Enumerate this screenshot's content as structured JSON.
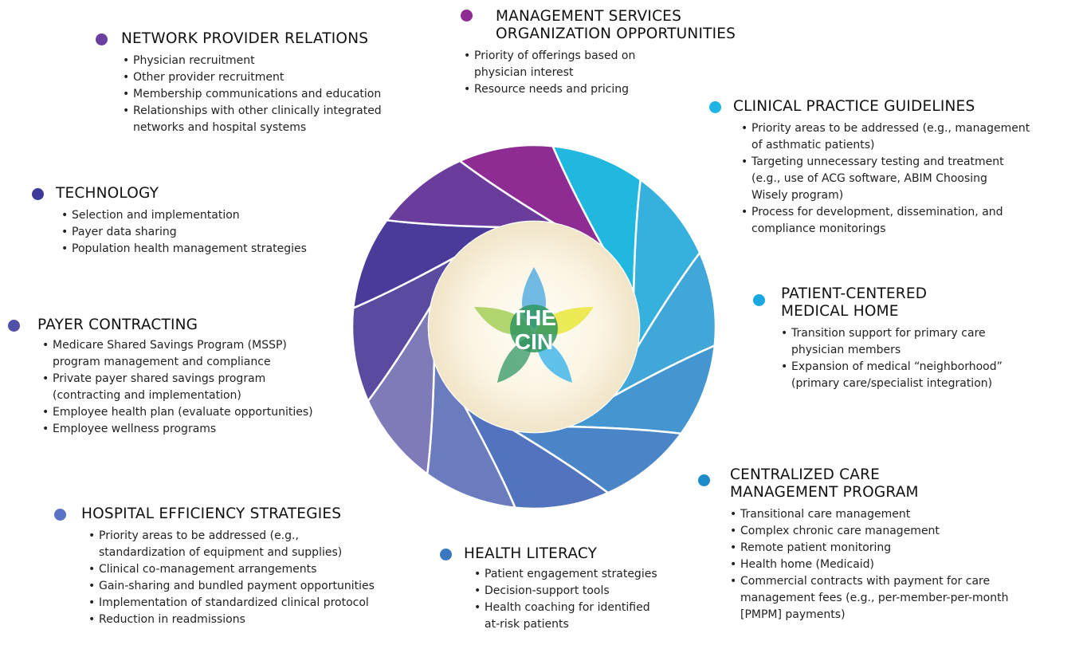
{
  "center_label": [
    "THE",
    "CIN"
  ],
  "sections": [
    {
      "id": "network-provider-relations",
      "title": [
        "NETWORK PROVIDER RELATIONS"
      ],
      "color": "#6B3FA0",
      "items": [
        [
          "Physician recruitment"
        ],
        [
          "Other provider recruitment"
        ],
        [
          "Membership communications and education"
        ],
        [
          "Relationships with other clinically integrated",
          "networks and hospital systems"
        ]
      ]
    },
    {
      "id": "management-services",
      "title": [
        "MANAGEMENT SERVICES",
        "ORGANIZATION OPPORTUNITIES"
      ],
      "color": "#8E2C93",
      "items": [
        [
          "Priority of offerings based on",
          "physician interest"
        ],
        [
          "Resource needs and pricing"
        ]
      ]
    },
    {
      "id": "clinical-practice-guidelines",
      "title": [
        "CLINICAL PRACTICE GUIDELINES"
      ],
      "color": "#1FB4E3",
      "items": [
        [
          "Priority areas to be addressed (e.g., management",
          "of asthmatic patients)"
        ],
        [
          "Targeting unnecessary testing and treatment",
          "(e.g., use of ACG software, ABIM Choosing",
          "Wisely program)"
        ],
        [
          "Process for development, dissemination, and",
          "compliance monitorings"
        ]
      ]
    },
    {
      "id": "technology",
      "title": [
        "TECHNOLOGY"
      ],
      "color": "#3E3A9B",
      "items": [
        [
          "Selection and implementation"
        ],
        [
          "Payer data sharing"
        ],
        [
          "Population health management strategies"
        ]
      ]
    },
    {
      "id": "patient-centered-medical-home",
      "title": [
        "PATIENT-CENTERED",
        "MEDICAL HOME"
      ],
      "color": "#19A9E0",
      "items": [
        [
          "Transition support for primary care",
          "physician members"
        ],
        [
          "Expansion of medical “neighborhood”",
          "(primary care/specialist integration)"
        ]
      ]
    },
    {
      "id": "payer-contracting",
      "title": [
        "PAYER CONTRACTING"
      ],
      "color": "#5150A8",
      "items": [
        [
          "Medicare Shared Savings Program (MSSP)",
          "program management and compliance"
        ],
        [
          "Private payer shared savings program",
          "(contracting and implementation)"
        ],
        [
          "Employee health plan (evaluate opportunities)"
        ],
        [
          "Employee wellness programs"
        ]
      ]
    },
    {
      "id": "centralized-care-management",
      "title": [
        "CENTRALIZED CARE",
        "MANAGEMENT PROGRAM"
      ],
      "color": "#1E8CC9",
      "items": [
        [
          "Transitional care management"
        ],
        [
          "Complex chronic care management"
        ],
        [
          "Remote patient monitoring"
        ],
        [
          "Health home (Medicaid)"
        ],
        [
          "Commercial contracts with payment for care",
          "management fees (e.g., per-member-per-month",
          "[PMPM] payments)"
        ]
      ]
    },
    {
      "id": "hospital-efficiency-strategies",
      "title": [
        "HOSPITAL EFFICIENCY STRATEGIES"
      ],
      "color": "#5A73C4",
      "items": [
        [
          "Priority areas to be addressed (e.g.,",
          "standardization of equipment and supplies)"
        ],
        [
          "Clinical co-management arrangements"
        ],
        [
          "Gain-sharing and bundled payment opportunities"
        ],
        [
          "Implementation of standardized clinical protocol"
        ],
        [
          "Reduction in readmissions"
        ]
      ]
    },
    {
      "id": "health-literacy",
      "title": [
        "HEALTH LITERACY"
      ],
      "color": "#3C78C2",
      "items": [
        [
          "Patient engagement strategies"
        ],
        [
          "Decision-support tools"
        ],
        [
          "Health coaching for identified",
          "at-risk patients"
        ]
      ]
    }
  ]
}
